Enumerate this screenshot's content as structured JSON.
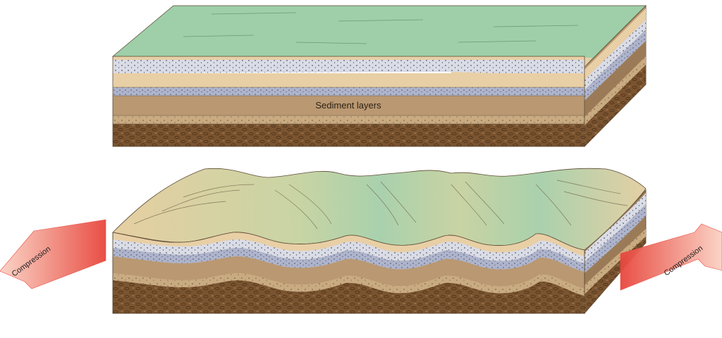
{
  "diagram": {
    "top_block_label": "Sediment layers",
    "left_arrow_label": "Compression",
    "right_arrow_label": "Compression"
  },
  "colors": {
    "grass": "#9ecfa9",
    "sand": "#e8cfa5",
    "sandstone_light": "#dadce6",
    "sandstone_blue": "#aeb4cc",
    "mud": "#c1a27b",
    "shale_dark": "#9b7b57",
    "conglomerate": "#7a5430",
    "arrow_dark": "#e8463c",
    "arrow_light": "#fbd2c4"
  }
}
